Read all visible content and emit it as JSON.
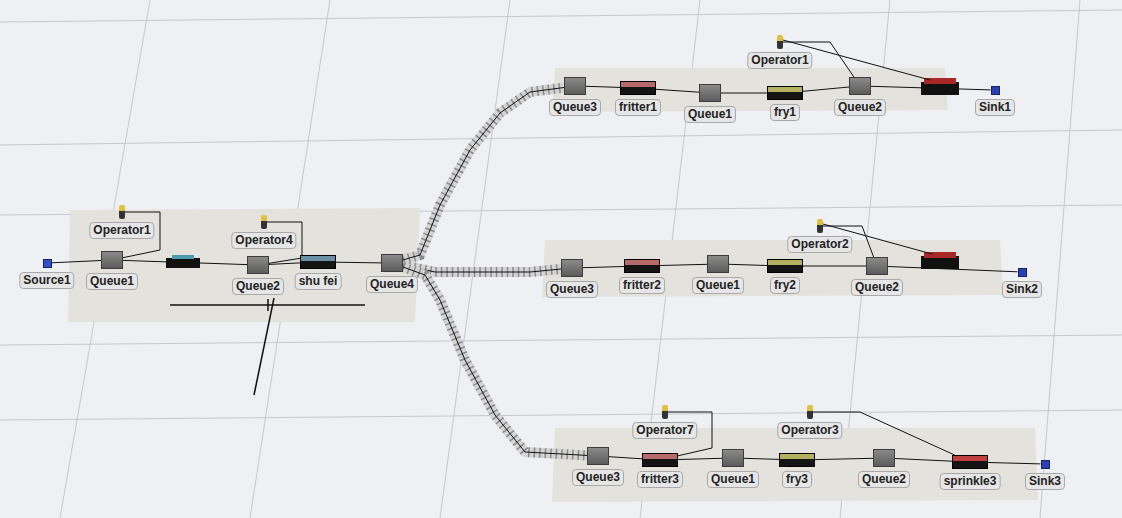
{
  "diagram": {
    "nodes": [
      {
        "text": [
          "Operator1"
        ]
      },
      {
        "text": [
          "Queue3"
        ]
      },
      {
        "text": [
          "fritter1"
        ]
      },
      {
        "text": [
          "Queue1"
        ]
      },
      {
        "text": [
          "fry1"
        ]
      },
      {
        "text": [
          "Queue2"
        ]
      },
      {
        "text": [
          "Sink1"
        ]
      },
      {
        "text": [
          "Operator1"
        ]
      },
      {
        "text": [
          "Source1"
        ]
      },
      {
        "text": [
          "Queue1"
        ]
      },
      {
        "text": [
          "Operator4"
        ]
      },
      {
        "text": [
          "Queue2"
        ]
      },
      {
        "text": [
          "shu fei"
        ]
      },
      {
        "text": [
          "Queue4"
        ]
      },
      {
        "text": [
          "Operator2"
        ]
      },
      {
        "text": [
          "Queue3"
        ]
      },
      {
        "text": [
          "fritter2"
        ]
      },
      {
        "text": [
          "Queue1"
        ]
      },
      {
        "text": [
          "fry2"
        ]
      },
      {
        "text": [
          "Queue2"
        ]
      },
      {
        "text": [
          "Sink2"
        ]
      },
      {
        "text": [
          "Operator7"
        ]
      },
      {
        "text": [
          "Operator3"
        ]
      },
      {
        "text": [
          "Queue3"
        ]
      },
      {
        "text": [
          "fritter3"
        ]
      },
      {
        "text": [
          "Queue1"
        ]
      },
      {
        "text": [
          "fry3"
        ]
      },
      {
        "text": [
          "Queue2"
        ]
      },
      {
        "text": [
          "sprinkle3"
        ]
      },
      {
        "text": [
          "Sink3"
        ]
      }
    ],
    "edges": [
      {
        "from": 8,
        "to": 9,
        "arrow": "none"
      },
      {
        "from": 9,
        "to": 11,
        "arrow": "none"
      },
      {
        "from": 11,
        "to": 12,
        "arrow": "none"
      },
      {
        "from": 12,
        "to": 13,
        "arrow": "none"
      },
      {
        "from": 13,
        "to": 1,
        "arrow": "none"
      },
      {
        "from": 13,
        "to": 15,
        "arrow": "none"
      },
      {
        "from": 13,
        "to": 23,
        "arrow": "none"
      },
      {
        "from": 1,
        "to": 2,
        "arrow": "none"
      },
      {
        "from": 2,
        "to": 3,
        "arrow": "none"
      },
      {
        "from": 3,
        "to": 4,
        "arrow": "none"
      },
      {
        "from": 4,
        "to": 5,
        "arrow": "none"
      },
      {
        "from": 5,
        "to": 6,
        "arrow": "none"
      },
      {
        "from": 15,
        "to": 16,
        "arrow": "none"
      },
      {
        "from": 16,
        "to": 17,
        "arrow": "none"
      },
      {
        "from": 17,
        "to": 18,
        "arrow": "none"
      },
      {
        "from": 18,
        "to": 19,
        "arrow": "none"
      },
      {
        "from": 19,
        "to": 20,
        "arrow": "none"
      },
      {
        "from": 23,
        "to": 24,
        "arrow": "none"
      },
      {
        "from": 24,
        "to": 25,
        "arrow": "none"
      },
      {
        "from": 25,
        "to": 26,
        "arrow": "none"
      },
      {
        "from": 26,
        "to": 27,
        "arrow": "none"
      },
      {
        "from": 27,
        "to": 28,
        "arrow": "none"
      },
      {
        "from": 28,
        "to": 29,
        "arrow": "none"
      },
      {
        "from": 7,
        "to": 9,
        "arrow": "none"
      },
      {
        "from": 10,
        "to": 11,
        "arrow": "none"
      },
      {
        "from": 0,
        "to": 5,
        "arrow": "none"
      },
      {
        "from": 14,
        "to": 19,
        "arrow": "none"
      },
      {
        "from": 21,
        "to": 24,
        "arrow": "none"
      },
      {
        "from": 22,
        "to": 28,
        "arrow": "none"
      }
    ]
  }
}
